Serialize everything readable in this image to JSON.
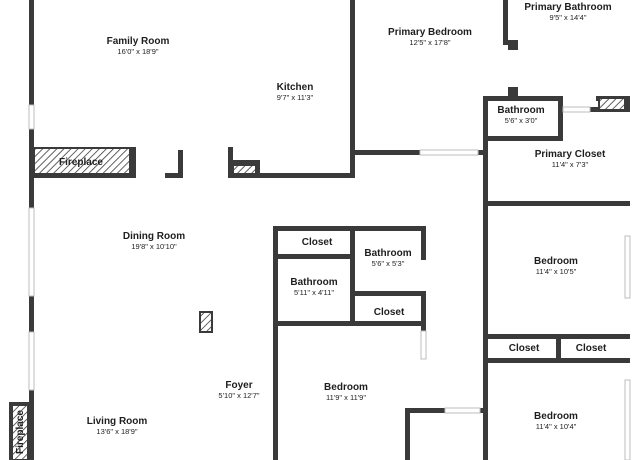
{
  "plan": {
    "rooms": [
      {
        "key": "family_room",
        "name": "Family Room",
        "dims": "16'0\" x 18'9\""
      },
      {
        "key": "kitchen",
        "name": "Kitchen",
        "dims": "9'7\" x 11'3\""
      },
      {
        "key": "primary_bedroom",
        "name": "Primary Bedroom",
        "dims": "12'5\" x 17'8\""
      },
      {
        "key": "primary_bathroom",
        "name": "Primary Bathroom",
        "dims": "9'5\" x 14'4\""
      },
      {
        "key": "bathroom_small",
        "name": "Bathroom",
        "dims": "5'6\" x 3'0\""
      },
      {
        "key": "primary_closet",
        "name": "Primary Closet",
        "dims": "11'4\" x 7'3\""
      },
      {
        "key": "dining_room",
        "name": "Dining Room",
        "dims": "19'8\" x 10'10\""
      },
      {
        "key": "bathroom_mid",
        "name": "Bathroom",
        "dims": "5'6\" x 5'3\""
      },
      {
        "key": "bathroom_left",
        "name": "Bathroom",
        "dims": "5'11\" x 4'11\""
      },
      {
        "key": "bedroom_east_1",
        "name": "Bedroom",
        "dims": "11'4\" x 10'5\""
      },
      {
        "key": "foyer",
        "name": "Foyer",
        "dims": "5'10\" x 12'7\""
      },
      {
        "key": "bedroom_center",
        "name": "Bedroom",
        "dims": "11'9\" x 11'9\""
      },
      {
        "key": "living_room",
        "name": "Living Room",
        "dims": "13'6\" x 18'9\""
      },
      {
        "key": "bedroom_east_2",
        "name": "Bedroom",
        "dims": "11'4\" x 10'4\""
      }
    ],
    "labels": [
      {
        "key": "fireplace_top",
        "text": "Fireplace"
      },
      {
        "key": "fireplace_side",
        "text": "Fireplace"
      },
      {
        "key": "closet_1",
        "text": "Closet"
      },
      {
        "key": "closet_2",
        "text": "Closet"
      },
      {
        "key": "closet_3",
        "text": "Closet"
      },
      {
        "key": "closet_4",
        "text": "Closet"
      }
    ],
    "colors": {
      "wall": "#3a3a3a",
      "hatch": "#3a3a3a",
      "window": "#b9bdc2",
      "background": "#ffffff"
    }
  }
}
